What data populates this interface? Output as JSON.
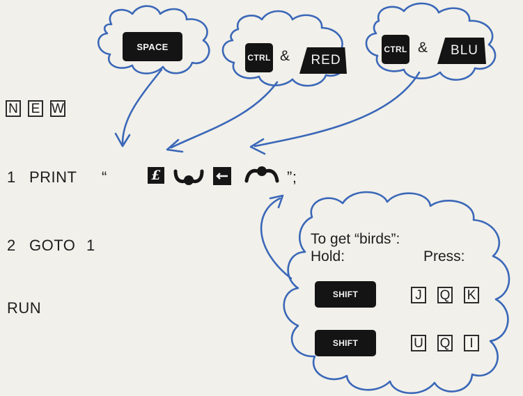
{
  "program": {
    "new_keys": [
      "N",
      "E",
      "W"
    ],
    "line1": {
      "number": "1",
      "keyword": "PRINT",
      "open_quote": "“",
      "close": "”;"
    },
    "line2": {
      "number": "2",
      "keyword": "GOTO",
      "target": "1"
    },
    "run": "RUN"
  },
  "clouds": {
    "space": {
      "key": "SPACE"
    },
    "red": {
      "modifier": "CTRL",
      "amp": "&",
      "key": "RED"
    },
    "blu": {
      "modifier": "CTRL",
      "amp": "&",
      "key": "BLU"
    },
    "birds": {
      "title": "To get “birds”:",
      "hold_label": "Hold:",
      "press_label": "Press:",
      "rows": [
        {
          "modifier": "SHIFT",
          "keys": [
            "J",
            "Q",
            "K"
          ]
        },
        {
          "modifier": "SHIFT",
          "keys": [
            "U",
            "Q",
            "I"
          ]
        }
      ]
    }
  },
  "glyphs": {
    "pound": "£"
  },
  "colors": {
    "ink": "#3a67b8",
    "key": "#141414",
    "paper": "#f1f0ea"
  }
}
